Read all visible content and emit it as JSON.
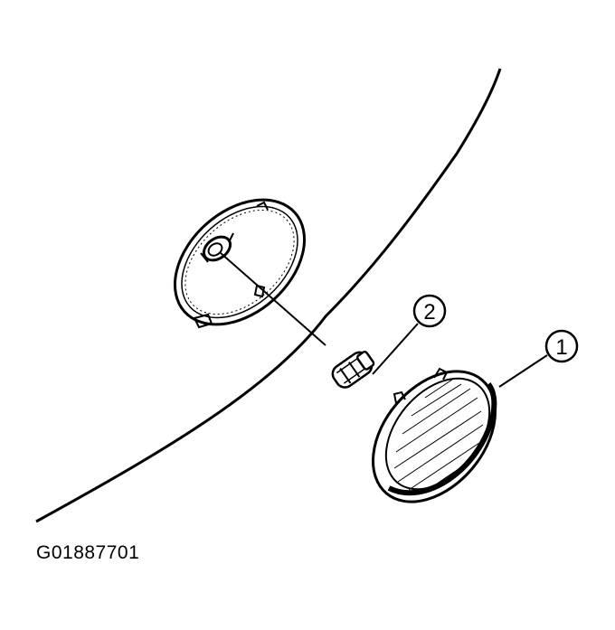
{
  "figure": {
    "id_label": "G01887701"
  },
  "callouts": [
    {
      "number": "1",
      "part": "lens"
    },
    {
      "number": "2",
      "part": "bulb"
    }
  ],
  "colors": {
    "line": "#000000",
    "background": "#ffffff"
  }
}
